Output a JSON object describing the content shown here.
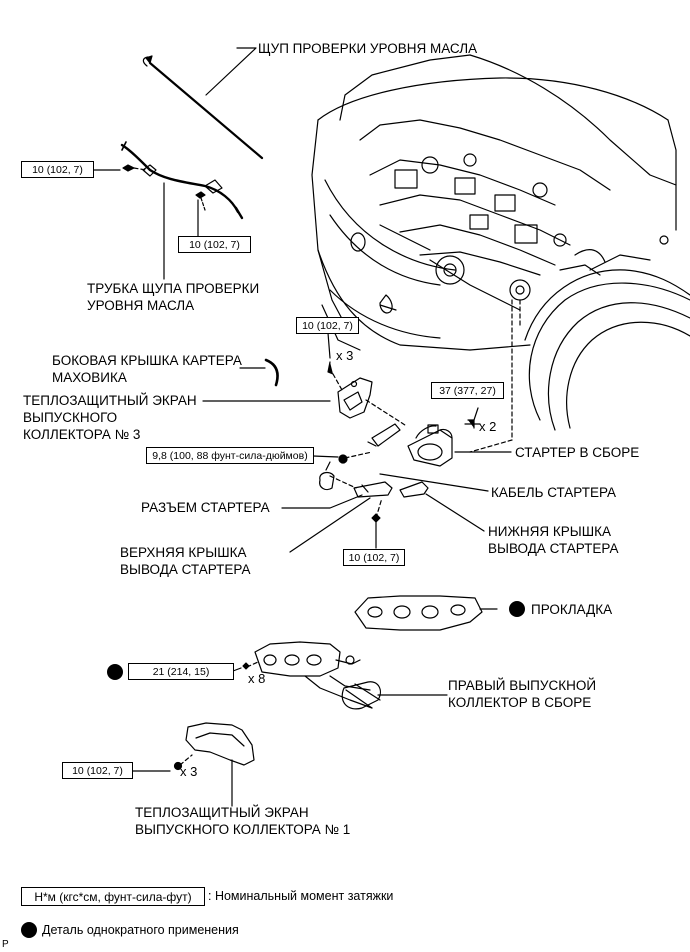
{
  "labels": {
    "dipstick": "ЩУП ПРОВЕРКИ УРОВНЯ МАСЛА",
    "dipstick_tube": [
      "ТРУБКА ЩУПА ПРОВЕРКИ",
      "УРОВНЯ МАСЛА"
    ],
    "flywheel_cover": [
      "БОКОВАЯ КРЫШКА КАРТЕРА",
      "МАХОВИКА"
    ],
    "heat_insulator_3": [
      "ТЕПЛОЗАЩИТНЫЙ ЭКРАН",
      "ВЫПУСКНОГО",
      "КОЛЛЕКТОРА № 3"
    ],
    "starter_assembly": "СТАРТЕР В СБОРЕ",
    "starter_cable": "КАБЕЛЬ СТАРТЕРА",
    "starter_connector": "РАЗЪЕМ СТАРТЕРА",
    "lower_terminal_cover": [
      "НИЖНЯЯ КРЫШКА",
      "ВЫВОДА СТАРТЕРА"
    ],
    "upper_terminal_cover": [
      "ВЕРХНЯЯ КРЫШКА",
      "ВЫВОДА СТАРТЕРА"
    ],
    "gasket": "ПРОКЛАДКА",
    "exhaust_manifold": [
      "ПРАВЫЙ ВЫПУСКНОЙ",
      "КОЛЛЕКТОР В СБОРЕ"
    ],
    "heat_insulator_1": [
      "ТЕПЛОЗАЩИТНЫЙ ЭКРАН",
      "ВЫПУСКНОГО КОЛЛЕКТОРА № 1"
    ]
  },
  "torques": {
    "tube_bolt_a": "10 (102, 7)",
    "tube_bolt_b": "10 (102, 7)",
    "insulator3_bolt": "10 (102, 7)",
    "starter_bolt": "37 (377, 27)",
    "cable_nut": "9,8 (100, 88 фунт-сила-дюймов)",
    "lower_cover_nut": "10 (102, 7)",
    "manifold_nut": "21 (214, 15)",
    "insulator1_bolt": "10 (102, 7)"
  },
  "quantities": {
    "insulator3_bolt": "x 3",
    "starter_bolt": "x 2",
    "manifold_nut": "x 8",
    "insulator1_bolt": "x 3"
  },
  "legend": {
    "torque_box": "Н*м (кгс*см, фунт-сила-фут)",
    "torque_text": ": Номинальный момент затяжки",
    "dot_text": "Деталь однократного применения"
  },
  "footer_code": "P"
}
